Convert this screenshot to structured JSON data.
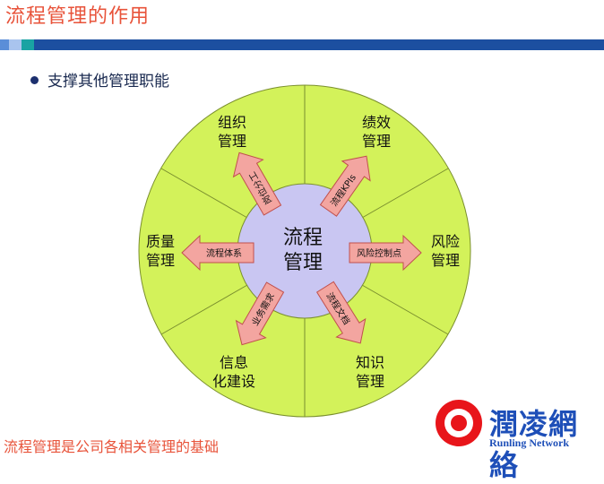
{
  "slide": {
    "title": "流程管理的作用",
    "bullet": "支撑其他管理职能",
    "footer": "流程管理是公司各相关管理的基础"
  },
  "diagram": {
    "center_line1": "流程",
    "center_line2": "管理",
    "segments": [
      {
        "id": "org",
        "line1": "组织",
        "line2": "管理"
      },
      {
        "id": "perf",
        "line1": "绩效",
        "line2": "管理"
      },
      {
        "id": "risk",
        "line1": "风险",
        "line2": "管理"
      },
      {
        "id": "knowledge",
        "line1": "知识",
        "line2": "管理"
      },
      {
        "id": "info",
        "line1": "信息",
        "line2": "化建设"
      },
      {
        "id": "quality",
        "line1": "质量",
        "line2": "管理"
      }
    ],
    "arrows": [
      {
        "id": "org",
        "label": "岗位分工"
      },
      {
        "id": "perf",
        "label": "流程KPIs"
      },
      {
        "id": "risk",
        "label": "风险控制点"
      },
      {
        "id": "knowledge",
        "label": "流程文档"
      },
      {
        "id": "info",
        "label": "业务需求"
      },
      {
        "id": "quality",
        "label": "流程体系"
      }
    ]
  },
  "logo": {
    "name_cn": "潤凌網絡",
    "name_en": "Runling Network"
  },
  "colors": {
    "title": "#e8533a",
    "ring": "#d3f25a",
    "hub": "#c9c6f2",
    "arrow_fill": "#f3a5a0",
    "arrow_stroke": "#c0504d",
    "bar_blue": "#1c4fa0",
    "bar_teal": "#19a3a3",
    "logo_red": "#e8151a",
    "logo_blue": "#1e4fb8"
  }
}
